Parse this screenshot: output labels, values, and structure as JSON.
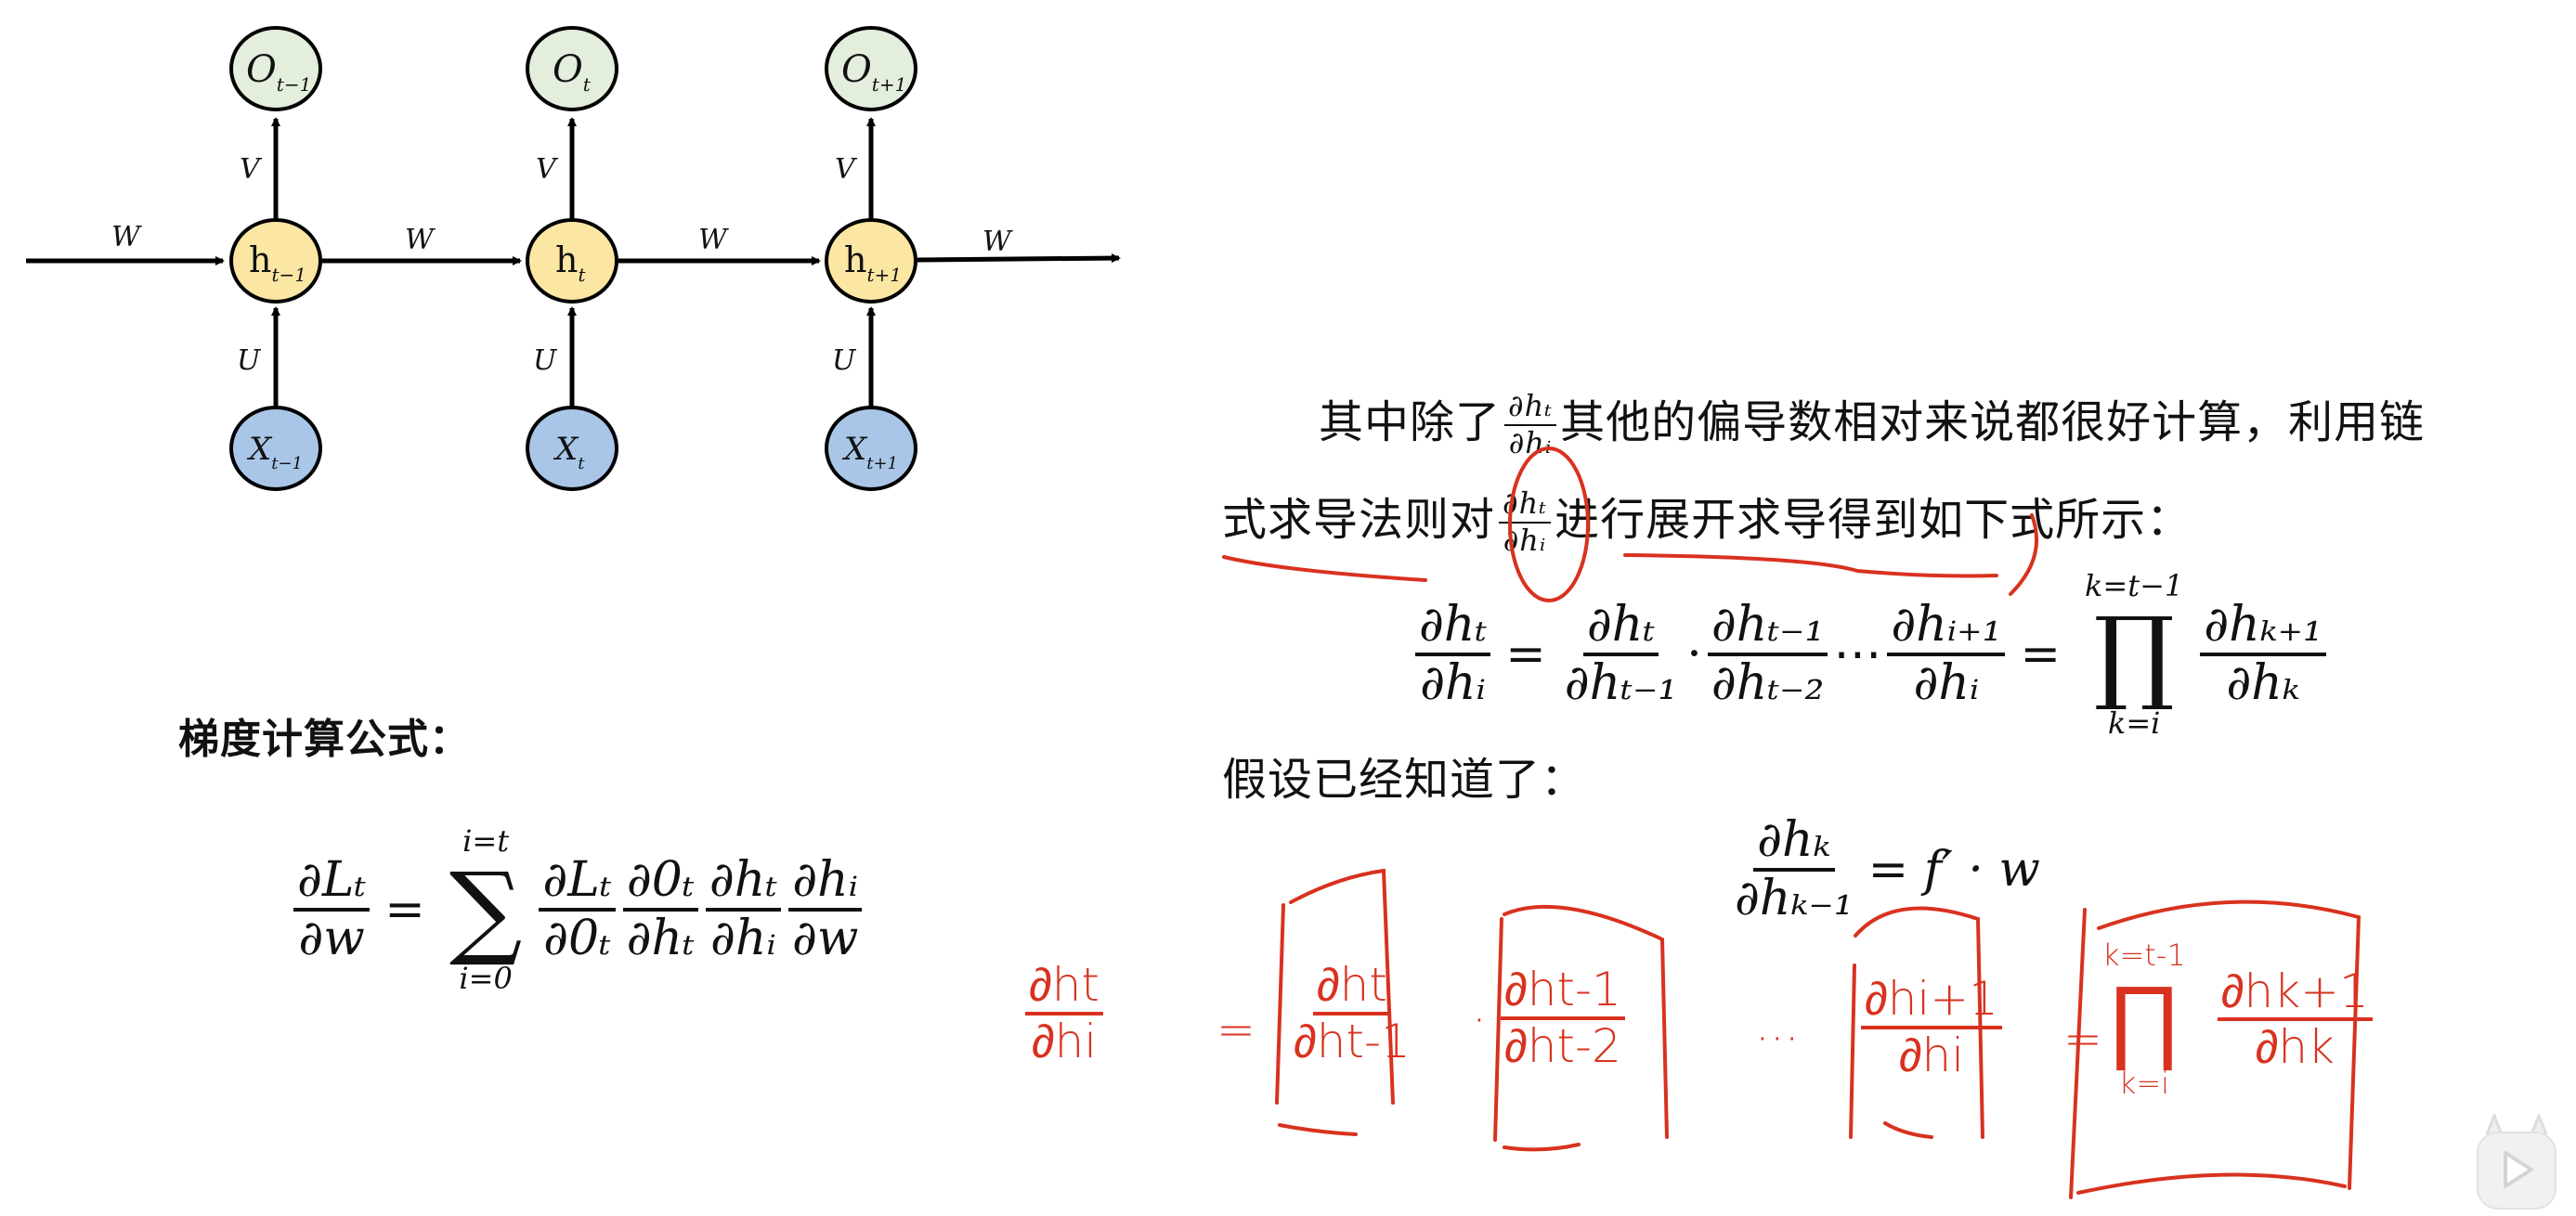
{
  "rnn_diagram": {
    "outputs": [
      {
        "base": "O",
        "sub": "t−1"
      },
      {
        "base": "O",
        "sub": "t"
      },
      {
        "base": "O",
        "sub": "t+1"
      }
    ],
    "hidden": [
      {
        "base": "h",
        "sub": "t−1"
      },
      {
        "base": "h",
        "sub": "t"
      },
      {
        "base": "h",
        "sub": "t+1"
      }
    ],
    "inputs": [
      {
        "base": "X",
        "sub": "t−1"
      },
      {
        "base": "X",
        "sub": "t"
      },
      {
        "base": "X",
        "sub": "t+1"
      }
    ],
    "weight_w": "W",
    "weight_v": "V",
    "weight_u": "U",
    "colors": {
      "output": "#e3eedd",
      "hidden": "#fbe6a3",
      "input": "#a9c6e8"
    }
  },
  "gradient_section": {
    "heading": "梯度计算公式：",
    "lhs_num": "∂Lₜ",
    "lhs_den": "∂w",
    "eq": "=",
    "sum_upper": "i=t",
    "sum_symbol": "∑",
    "sum_lower": "i=0",
    "terms": [
      {
        "num": "∂Lₜ",
        "den": "∂0ₜ"
      },
      {
        "num": "∂0ₜ",
        "den": "∂hₜ"
      },
      {
        "num": "∂hₜ",
        "den": "∂hᵢ"
      },
      {
        "num": "∂hᵢ",
        "den": "∂w"
      }
    ]
  },
  "explanation": {
    "line1_before": "其中除了",
    "inline_frac1": {
      "num": "∂hₜ",
      "den": "∂hᵢ"
    },
    "line1_after": "其他的偏导数相对来说都很好计算，利用链",
    "line2_before": "式求导法则对",
    "inline_frac2": {
      "num": "∂hₜ",
      "den": "∂hᵢ"
    },
    "line2_after": "进行展开求导得到如下式所示：",
    "chain_eq": {
      "lhs": {
        "num": "∂hₜ",
        "den": "∂hᵢ"
      },
      "eq": "=",
      "f1": {
        "num": "∂hₜ",
        "den": "∂hₜ₋₁"
      },
      "dot": "·",
      "f2": {
        "num": "∂hₜ₋₁",
        "den": "∂hₜ₋₂"
      },
      "ellipsis": "⋯",
      "f3": {
        "num": "∂hᵢ₊₁",
        "den": "∂hᵢ"
      },
      "eq2": "=",
      "prod_upper": "k=t−1",
      "prod_symbol": "∏",
      "prod_lower": "k=i",
      "f4": {
        "num": "∂hₖ₊₁",
        "den": "∂hₖ"
      }
    },
    "assume": "假设已经知道了：",
    "known": {
      "num": "∂hₖ",
      "den": "∂hₖ₋₁",
      "rhs": "= f′ · w"
    }
  },
  "annotations": {
    "color": "#d8321f",
    "lhs": {
      "num": "∂ht",
      "den": "∂hi"
    },
    "eq": "=",
    "b1": {
      "num": "∂ht",
      "den": "∂ht-1"
    },
    "dot": "·",
    "b2": {
      "num": "∂ht-1",
      "den": "∂ht-2"
    },
    "dots": "···",
    "b3": {
      "num": "∂hi+1",
      "den": "∂hi"
    },
    "eq2": "=",
    "prod_upper": "k=t-1",
    "prod_symbol": "∏",
    "prod_lower": "k=i",
    "b4": {
      "num": "∂hk+1",
      "den": "∂hk"
    }
  },
  "player": {
    "play_icon": "play-icon"
  }
}
